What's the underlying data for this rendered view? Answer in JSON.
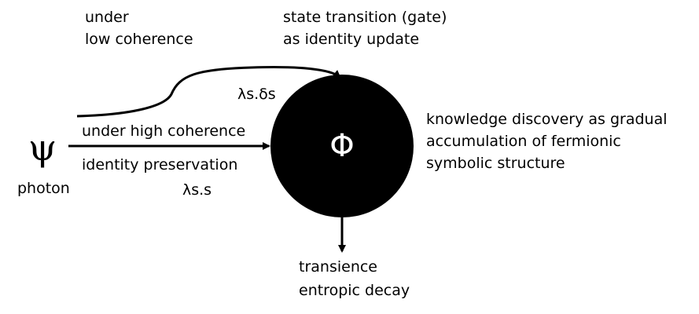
{
  "labels": {
    "low_coherence": [
      "under",
      "low coherence"
    ],
    "gate": [
      "state transition (gate)",
      "as identity update"
    ],
    "lambda_delta": "λs.δs",
    "high_coherence": "under high coherence",
    "identity_preservation": "identity preservation",
    "lambda_identity": "λs.s",
    "psi_symbol": "ψ",
    "photon": "photon",
    "phi_symbol": "Φ",
    "knowledge": [
      "knowledge discovery as gradual",
      "accumulation of fermionic",
      "symbolic structure"
    ],
    "decay": [
      "transience",
      "entropic decay"
    ]
  },
  "colors": {
    "ink": "#000000",
    "phi_text": "#ffffff"
  }
}
